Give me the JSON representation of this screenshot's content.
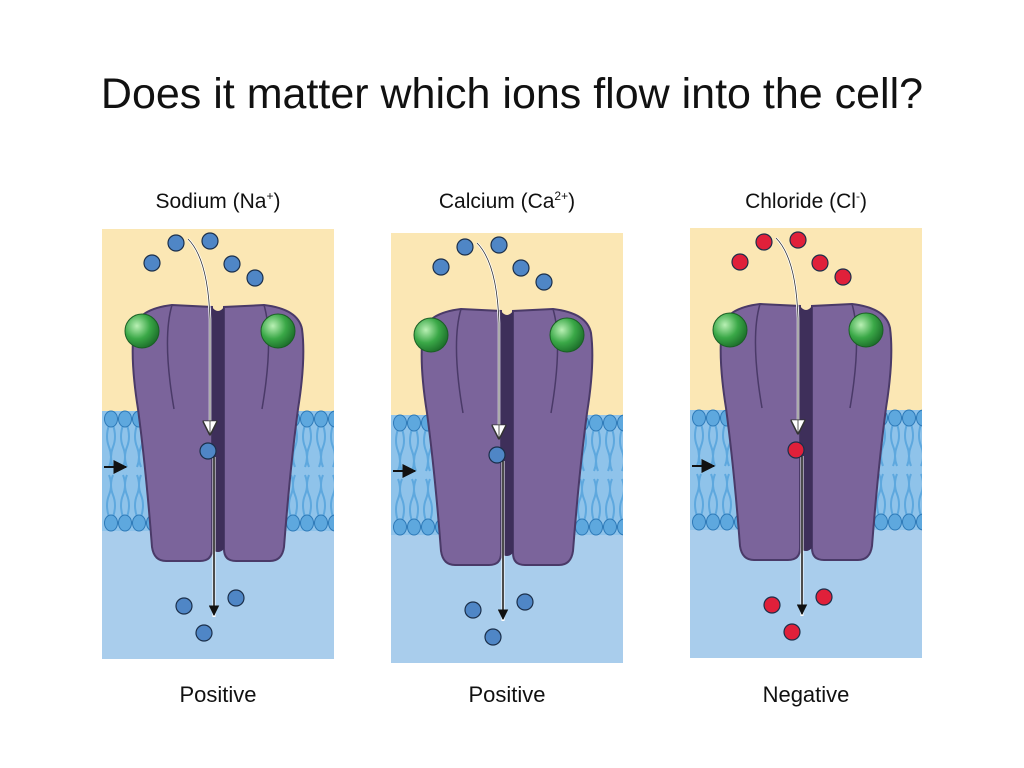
{
  "slide": {
    "title": "Does it matter which ions flow into the cell?"
  },
  "colors": {
    "outside": "#fbe7b4",
    "inside": "#a9cdec",
    "membrane": "#5ea8de",
    "channel": "#7b649b",
    "channel_dark": "#4a3a68",
    "gate": "#3aa847",
    "positive_ion": "#4f86c6",
    "negative_ion": "#e0203a"
  },
  "panels": [
    {
      "name": "Sodium",
      "label_base": "Sodium (Na",
      "label_sup": "+",
      "label_end": ")",
      "ion_type": "positive",
      "result": "Positive"
    },
    {
      "name": "Calcium",
      "label_base": "Calcium (Ca",
      "label_sup": "2+",
      "label_end": ")",
      "ion_type": "positive",
      "result": "Positive"
    },
    {
      "name": "Chloride",
      "label_base": "Chloride (Cl",
      "label_sup": "-",
      "label_end": ")",
      "ion_type": "negative",
      "result": "Negative"
    }
  ]
}
